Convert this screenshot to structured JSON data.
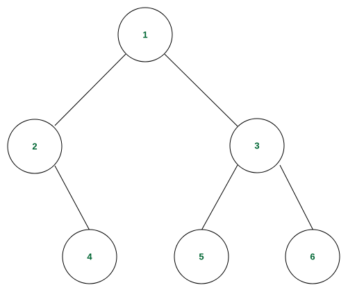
{
  "diagram": {
    "type": "binary-tree",
    "node_text_color": "#006633",
    "node_stroke_color": "#000000",
    "node_fill_color": "#ffffff",
    "edge_color": "#000000",
    "nodes": [
      {
        "id": "n1",
        "label": "1"
      },
      {
        "id": "n2",
        "label": "2"
      },
      {
        "id": "n3",
        "label": "3"
      },
      {
        "id": "n4",
        "label": "4"
      },
      {
        "id": "n5",
        "label": "5"
      },
      {
        "id": "n6",
        "label": "6"
      }
    ],
    "edges": [
      {
        "from": "n1",
        "to": "n2"
      },
      {
        "from": "n1",
        "to": "n3"
      },
      {
        "from": "n2",
        "to": "n4"
      },
      {
        "from": "n3",
        "to": "n5"
      },
      {
        "from": "n3",
        "to": "n6"
      }
    ]
  }
}
